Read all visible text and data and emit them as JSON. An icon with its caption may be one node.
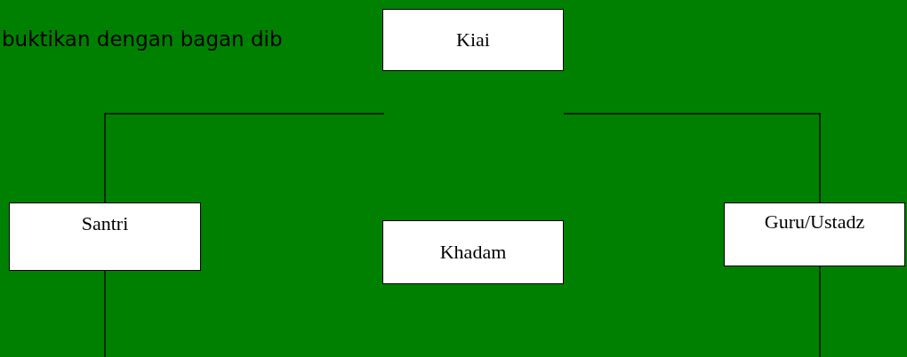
{
  "diagram": {
    "nodes": [
      {
        "text": [
          "Kiai"
        ]
      },
      {
        "text": [
          "Santri"
        ]
      },
      {
        "text": [
          "Khadam"
        ]
      },
      {
        "text": [
          "Guru/Ustadz"
        ]
      }
    ],
    "edges": [
      {
        "from": null,
        "to": 1,
        "arrow": "none"
      },
      {
        "from": null,
        "to": 3,
        "arrow": "none"
      },
      {
        "from": 1,
        "to": null,
        "arrow": "none"
      },
      {
        "from": 3,
        "to": null,
        "arrow": "none"
      }
    ],
    "labels": [
      "buktikan dengan bagan dib"
    ]
  }
}
